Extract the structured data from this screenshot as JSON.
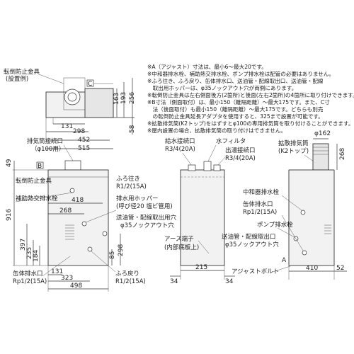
{
  "notes": [
    "※A（アジャスト）寸法は、最小6～最大20です。",
    "※中和器排水栓、補助熱交排水栓、ポンプ排水栓は配管の必要はありません。",
    "※ふろ往き、ふろ戻り、缶体排水口、送油管・配線取出口、送油管・配線",
    "　取出用ホッパーは、φ35ノックアウト穴が両側にあります。",
    "※転倒防止金具は左右側面後方(2箇所)と後面(左右2箇所)の4箇所に取り付けできます。",
    "※B寸法（側面取付）は、最小150（離隔距離）～最大175です。また、C寸",
    "　法（後面取付）も最小150（離隔距離）～最大175です。どちらも別売",
    "　の転倒防止金具延長アダプタを使用すると、325まで設置が可能です。",
    "※拡散排気筒(K2トップ)をはずすとφ100の専用排気筒を取り付けることができます。",
    "※屋内設置の場合、拡散排気筒の取り付けはできません。"
  ],
  "top_view": {
    "label": "転倒防止金具\n(設置例)",
    "label_line1": "転倒防止金具",
    "label_line2": "(設置例)",
    "dims": [
      "131",
      "298",
      "452",
      "515",
      "163",
      "193",
      "256",
      "58",
      "C"
    ]
  },
  "front_view": {
    "labels": {
      "exhaust": "排気筒接続口",
      "exhaust2": "（φ100用）",
      "bracket": "転倒防止金具",
      "aux_drain": "補助熱交排水栓",
      "bath_out": "ふろ往き",
      "bath_out2": "R1/2(15A)",
      "hopper": "排水用ホッパー",
      "hopper2": "(呼び径20 塩ビ管用)",
      "oil": "送油管・配線取出用穴",
      "oil2": "φ35ノックアウト穴",
      "can_drain": "缶体排水口",
      "can_drain2": "Rp1/2(15A)",
      "bath_ret": "ふろ戻り",
      "bath_ret2": "R1/2(15A)"
    },
    "dims": [
      "49",
      "916",
      "418",
      "268",
      "397",
      "235",
      "184",
      "85",
      "298",
      "131",
      "323",
      "498",
      "B"
    ]
  },
  "side_view": {
    "labels": {
      "water_in": "給水接続口",
      "water_in2": "R3/4(20A)",
      "filter": "水フィルタ",
      "hot_out": "出湯接続口",
      "hot_out2": "R3/4(20A)",
      "earth": "アース端子",
      "earth2": "(内部底板上)"
    },
    "dims": [
      "34",
      "215",
      "34"
    ]
  },
  "right_view": {
    "labels": {
      "diffuser": "拡散排気筒",
      "diffuser2": "(K2トップ)",
      "neutral": "中和器排水栓",
      "can_drain": "缶体排水口",
      "can_drain2": "Rp1/2(15A)",
      "pump": "ポンプ排水栓",
      "oil": "送油管・配線取出口",
      "oil2": "φ35ノックアウト穴",
      "adjust": "アジャストボルト",
      "A": "A"
    },
    "dims": [
      "φ162",
      "268",
      "410",
      "52"
    ]
  }
}
